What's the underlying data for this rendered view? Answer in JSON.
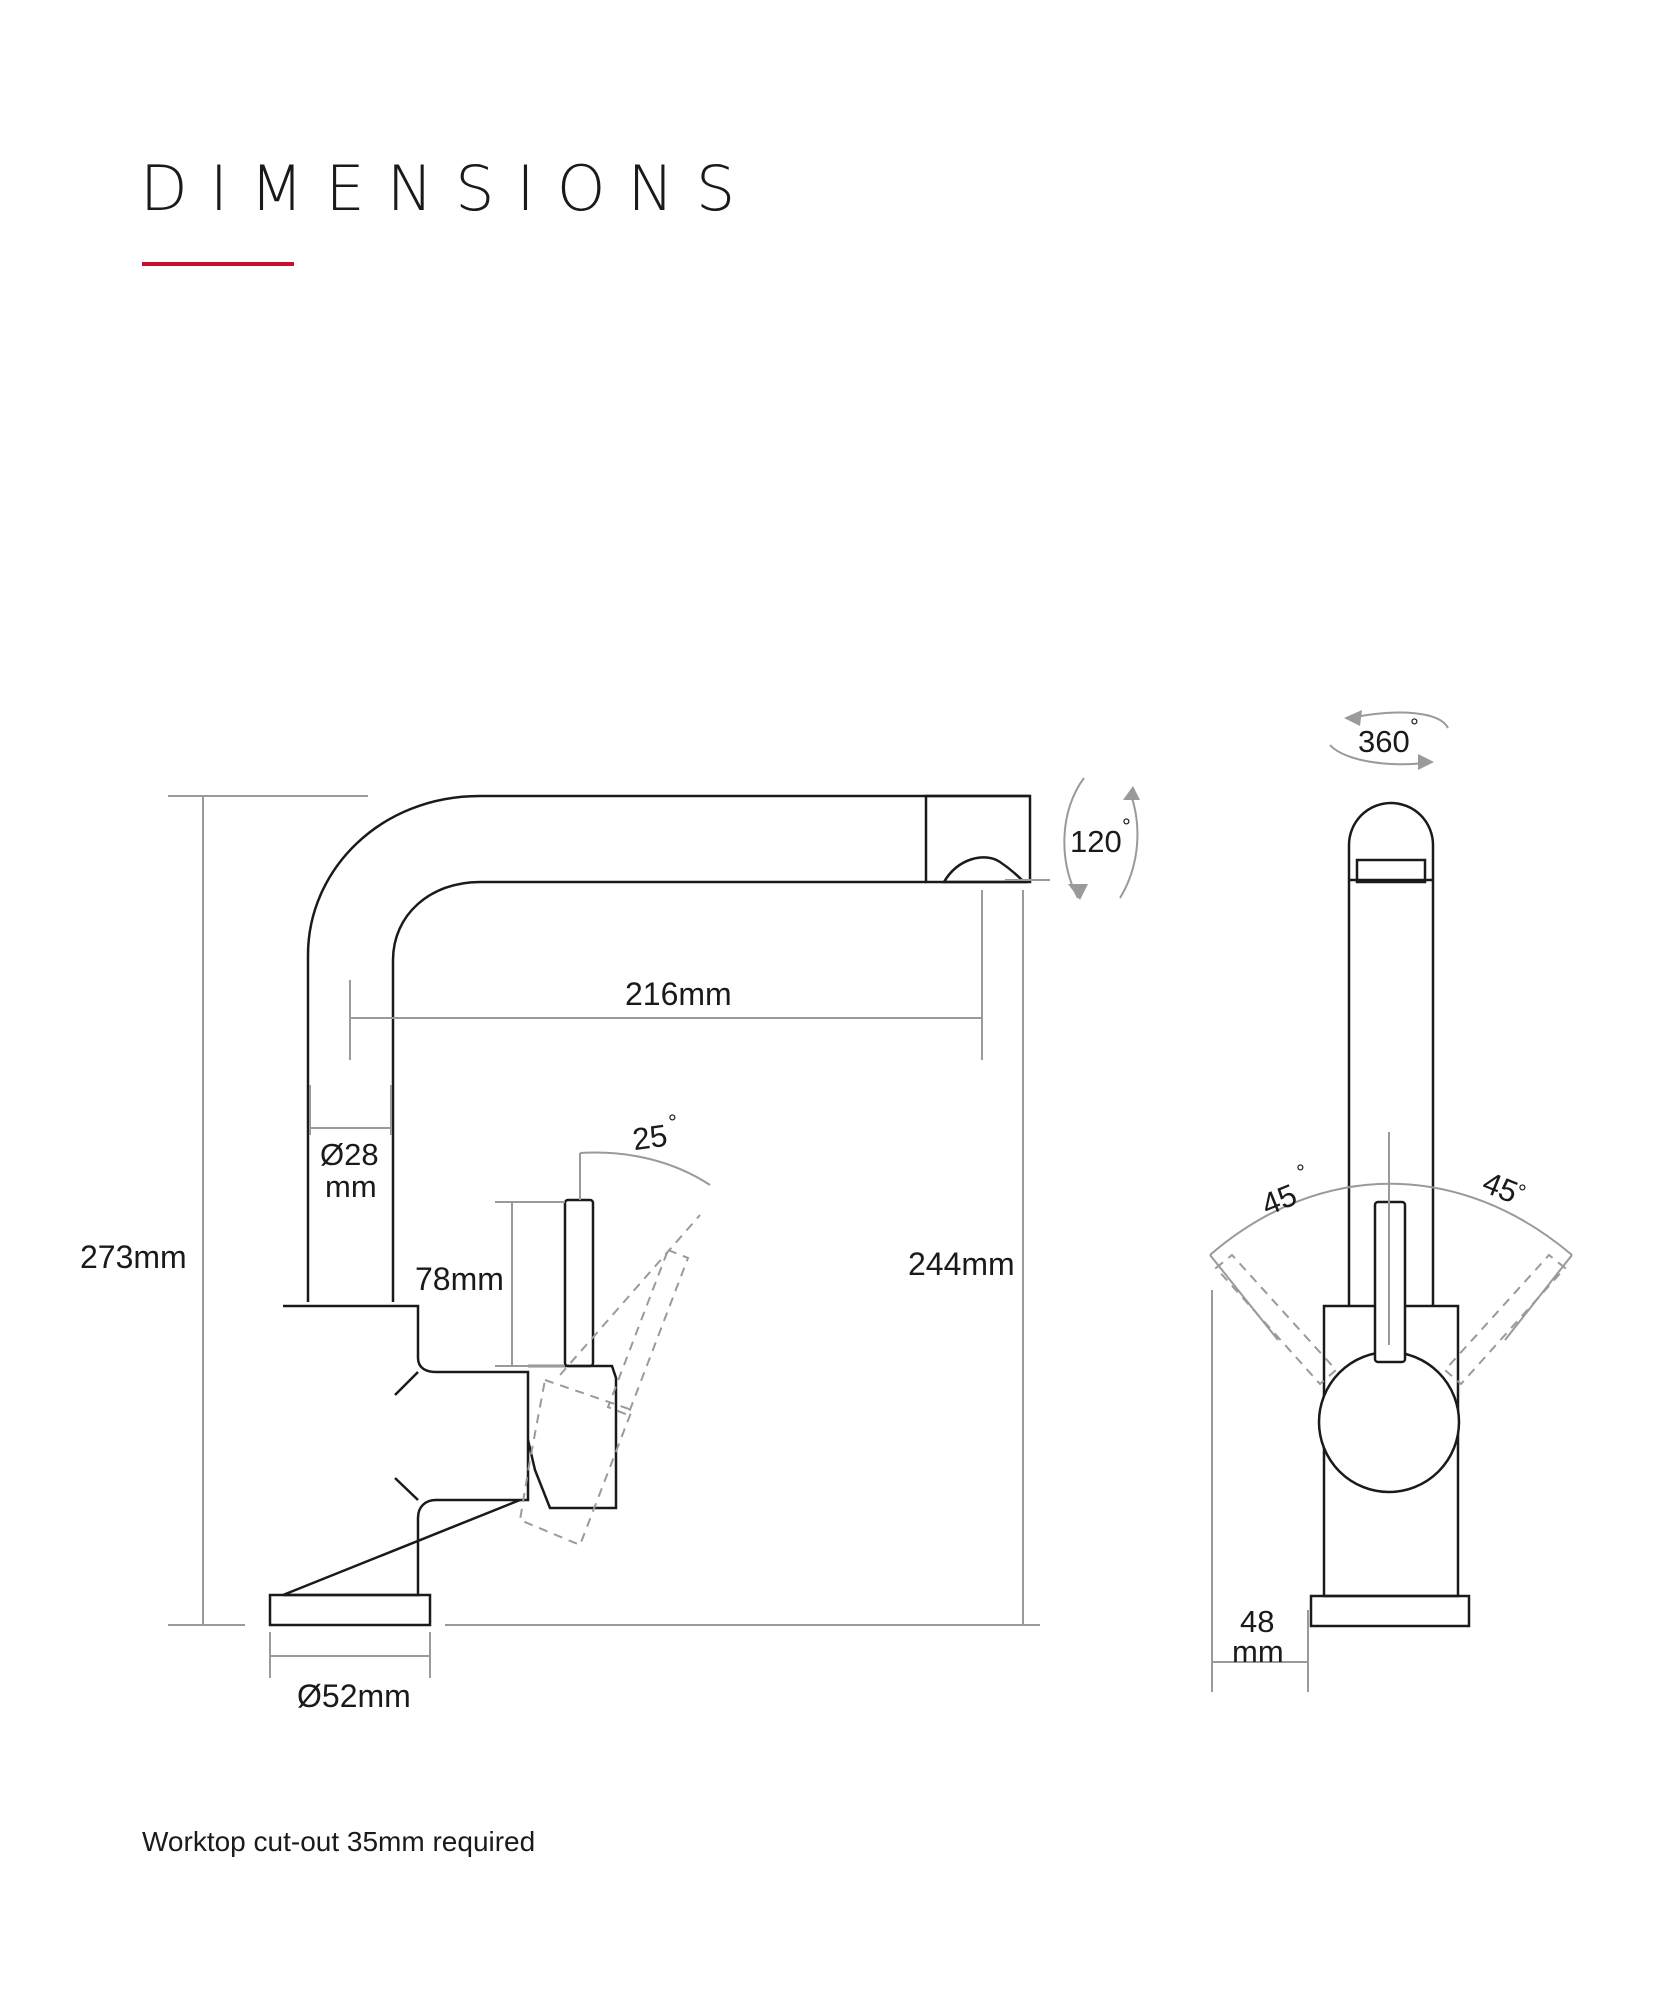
{
  "title": "DIMENSIONS",
  "colors": {
    "accent": "#c8102e",
    "outline": "#1a1a1a",
    "dimension": "#9a9a9a"
  },
  "dimensions": {
    "total_height": "273mm",
    "spout_height": "244mm",
    "spout_reach": "216mm",
    "spout_diameter_line1": "Ø28",
    "spout_diameter_line2": "mm",
    "lever_height": "78mm",
    "lever_tilt": "25",
    "aerator_rotation": "120",
    "base_diameter": "Ø52mm",
    "swivel_rotation": "360",
    "lever_left_angle": "45",
    "lever_right_angle": "45",
    "side_base_width_line1": "48",
    "side_base_width_line2": "mm",
    "degree_symbol": "°"
  },
  "note": "Worktop cut-out 35mm required"
}
